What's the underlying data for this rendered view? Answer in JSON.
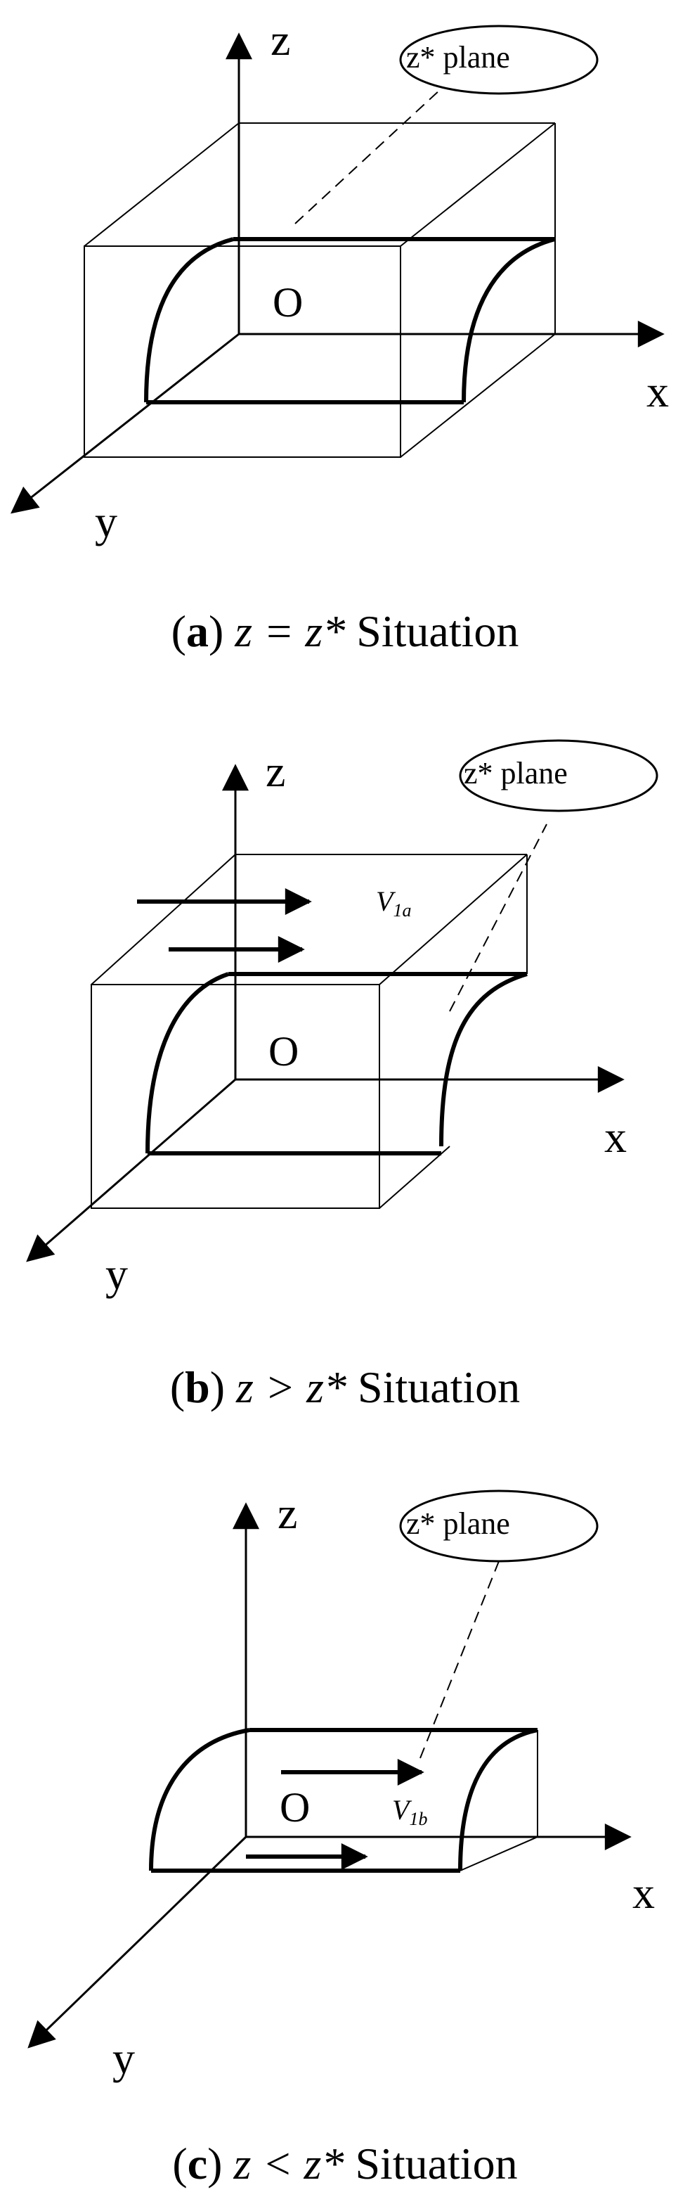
{
  "panels": [
    {
      "id": "a",
      "axis_x": "x",
      "axis_y": "y",
      "axis_z": "z",
      "origin": "O",
      "bubble": "z* plane",
      "caption": {
        "letter": "a",
        "relation": "z = z*",
        "word": "Situation"
      }
    },
    {
      "id": "b",
      "axis_x": "x",
      "axis_y": "y",
      "axis_z": "z",
      "origin": "O",
      "bubble": "z* plane",
      "velocity": {
        "main": "V",
        "sub": "1a"
      },
      "caption": {
        "letter": "b",
        "relation": "z > z*",
        "word": "Situation"
      }
    },
    {
      "id": "c",
      "axis_x": "x",
      "axis_y": "y",
      "axis_z": "z",
      "origin": "O",
      "bubble": "z* plane",
      "velocity": {
        "main": "V",
        "sub": "1b"
      },
      "caption": {
        "letter": "c",
        "relation": "z < z*",
        "word": "Situation"
      }
    }
  ]
}
